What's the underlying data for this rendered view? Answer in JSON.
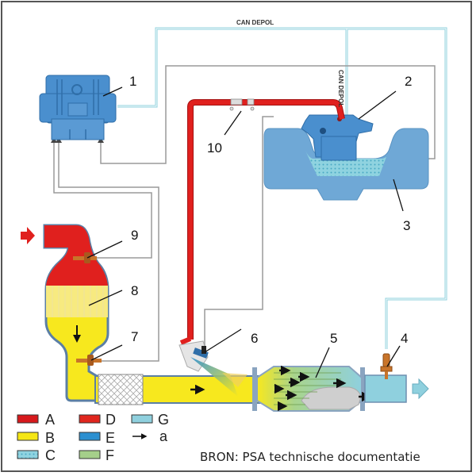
{
  "diagram": {
    "source": "BRON: PSA technische documentatie",
    "bus_labels": {
      "top": "CAN DEPOL",
      "vertical": "CAN DEPOL"
    },
    "component_numbers": [
      "1",
      "2",
      "3",
      "4",
      "5",
      "6",
      "7",
      "8",
      "9",
      "10"
    ],
    "legend": [
      {
        "key": "A",
        "color": "#d7191c",
        "pattern": "solid"
      },
      {
        "key": "B",
        "color": "#f5e614",
        "pattern": "solid"
      },
      {
        "key": "C",
        "color": "#8fd3e0",
        "pattern": "dotted"
      },
      {
        "key": "D",
        "color": "#e0261e",
        "pattern": "solid"
      },
      {
        "key": "E",
        "color": "#2b8fd0",
        "pattern": "solid"
      },
      {
        "key": "F",
        "color": "#a5cf8a",
        "pattern": "solid"
      },
      {
        "key": "G",
        "color": "#8fd0de",
        "pattern": "solid"
      },
      {
        "key": "a",
        "symbol": "arrow-right"
      }
    ],
    "colors": {
      "exhaust_hot": "#e0201e",
      "exhaust_filtered": "#f7e81e",
      "can_bus": "#8fd0de",
      "wire": "#999999",
      "ecu": "#4a8fce",
      "tank": "#6fa8d6",
      "additive": "#8fd3e0",
      "scr": "#a9d48c",
      "clean_gas": "#8fd0de"
    }
  }
}
